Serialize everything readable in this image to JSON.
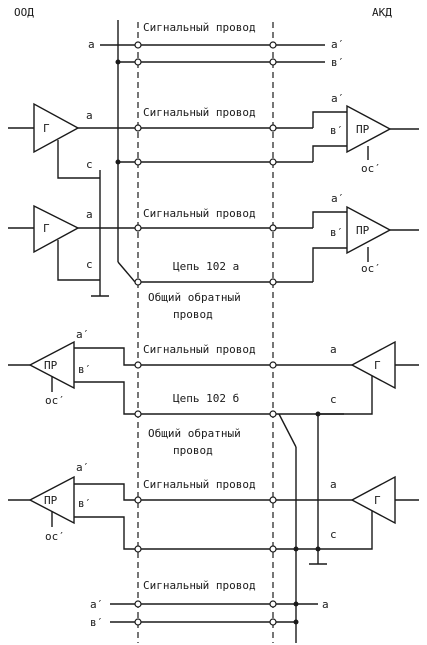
{
  "headers": {
    "left": "ООД",
    "right": "АКД"
  },
  "lines": {
    "signal": "Сигнальный провод",
    "circuit_a": "Цепь 102 а",
    "circuit_b": "Цепь 102 б",
    "common_return_1": "Общий обратный",
    "common_return_2": "провод"
  },
  "amplifiers": {
    "generator": "Г",
    "receiver": "ПР"
  },
  "terminals": {
    "a": "а",
    "a_prime": "а′",
    "b_prime": "в′",
    "c": "с",
    "os_prime": "ос′"
  }
}
